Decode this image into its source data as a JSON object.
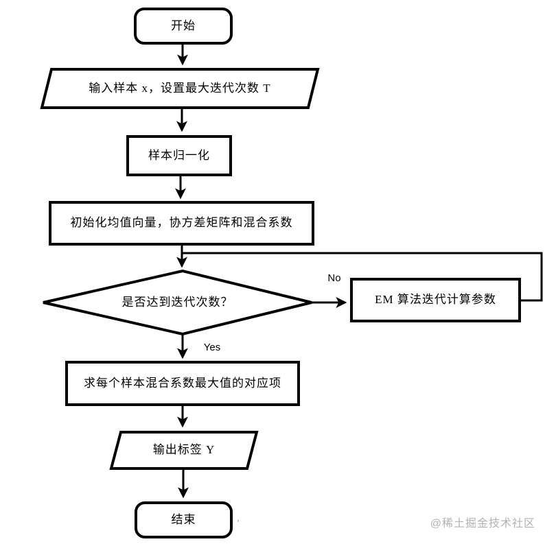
{
  "flowchart": {
    "nodes": {
      "start": {
        "label": "开始",
        "shape": "rounded-rect"
      },
      "input": {
        "label": "输入样本 x，设置最大迭代次数 T",
        "shape": "parallelogram"
      },
      "normalize": {
        "label": "样本归一化",
        "shape": "rect"
      },
      "init": {
        "label": "初始化均值向量，协方差矩阵和混合系数",
        "shape": "rect"
      },
      "decision": {
        "label": "是否达到迭代次数？",
        "shape": "diamond"
      },
      "em": {
        "label": "EM 算法迭代计算参数",
        "shape": "rect"
      },
      "argmax": {
        "label": "求每个样本混合系数最大值的对应项",
        "shape": "rect"
      },
      "output": {
        "label": "输出标签 Y",
        "shape": "parallelogram"
      },
      "end": {
        "label": "结束",
        "shape": "rounded-rect"
      }
    },
    "edge_labels": {
      "no": "No",
      "yes": "Yes"
    },
    "colors": {
      "stroke": "#000000",
      "fill": "#ffffff",
      "watermark": "#b3b3b3"
    },
    "stray_mark": ",",
    "watermark": "@稀土掘金技术社区"
  }
}
